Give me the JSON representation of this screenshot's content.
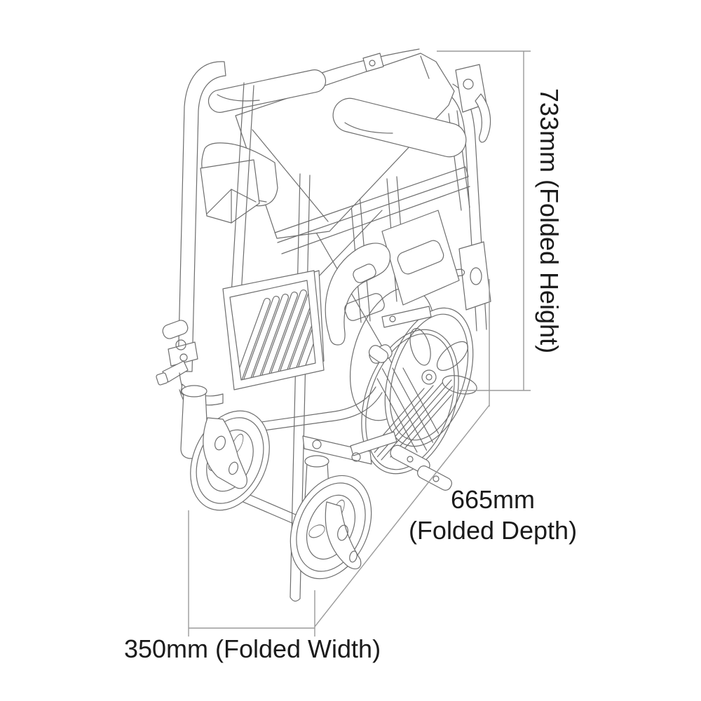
{
  "page": {
    "background_color": "#ffffff",
    "description": "Line-art dimension diagram of a folded transit wheelchair"
  },
  "diagram": {
    "subject": "folded-wheelchair-line-drawing",
    "drawing_stroke_color": "#6e6e6e",
    "dimension_line_color": "#9a9a9a",
    "label_color": "#1a1a1a",
    "dimensions": {
      "height": {
        "value": "733mm",
        "qualifier": "(Folded Height)",
        "text": "733mm (Folded Height)",
        "orientation": "vertical-right"
      },
      "depth": {
        "value": "665mm",
        "qualifier": "(Folded Depth)",
        "text": "665mm (Folded Depth)",
        "orientation": "diagonal-lower-right"
      },
      "width": {
        "value": "350mm",
        "qualifier": "(Folded Width)",
        "text": "350mm (Folded Width)",
        "orientation": "horizontal-bottom"
      }
    }
  }
}
